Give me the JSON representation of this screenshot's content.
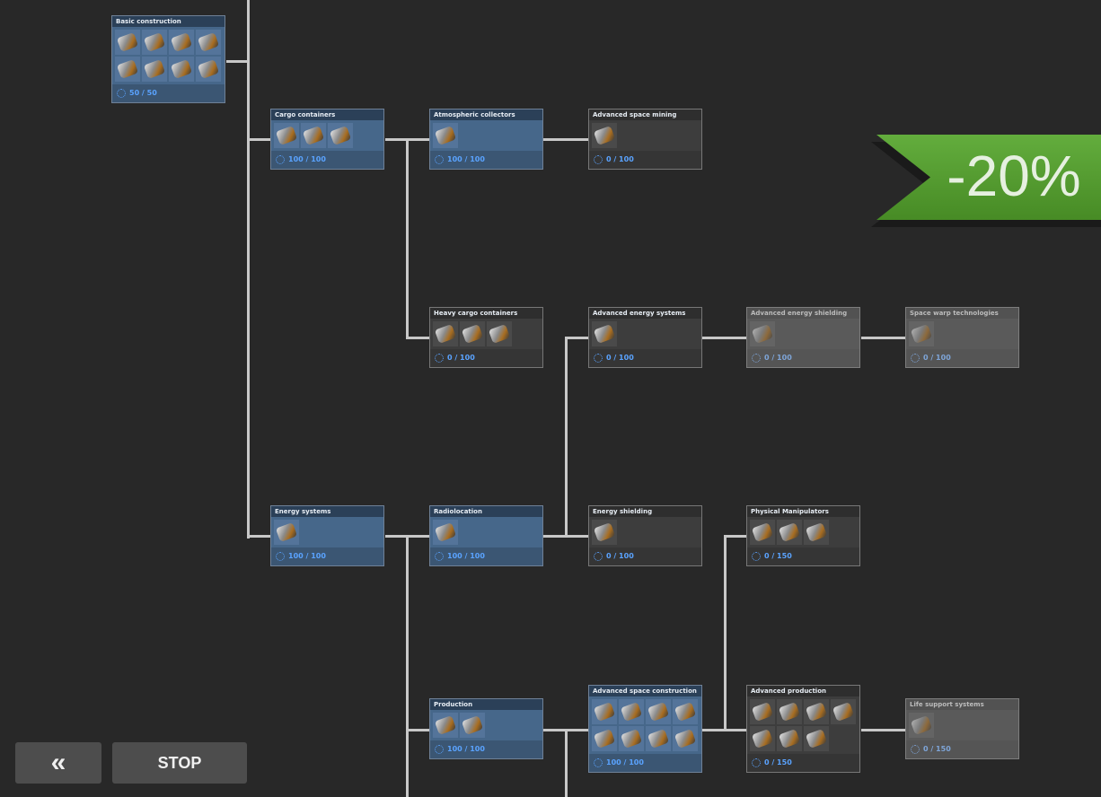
{
  "discount_banner": {
    "text": "-20%",
    "color": "#55a030"
  },
  "buttons": {
    "back_icon": "«",
    "stop_label": "STOP"
  },
  "nodes": [
    {
      "id": "basic-construction",
      "title": "Basic construction",
      "progress": "50 / 50",
      "state": "completed",
      "items": 8
    },
    {
      "id": "cargo-containers",
      "title": "Cargo containers",
      "progress": "100 / 100",
      "state": "completed",
      "items": 3
    },
    {
      "id": "atmospheric-collectors",
      "title": "Atmospheric collectors",
      "progress": "100 / 100",
      "state": "completed",
      "items": 1
    },
    {
      "id": "advanced-space-mining",
      "title": "Advanced space mining",
      "progress": "0 / 100",
      "state": "available",
      "items": 1
    },
    {
      "id": "heavy-cargo-containers",
      "title": "Heavy cargo containers",
      "progress": "0 / 100",
      "state": "available",
      "items": 3
    },
    {
      "id": "advanced-energy-systems",
      "title": "Advanced energy systems",
      "progress": "0 / 100",
      "state": "available",
      "items": 1
    },
    {
      "id": "advanced-energy-shielding",
      "title": "Advanced energy shielding",
      "progress": "0 / 100",
      "state": "locked",
      "items": 1
    },
    {
      "id": "space-warp-technologies",
      "title": "Space warp technologies",
      "progress": "0 / 100",
      "state": "locked",
      "items": 1
    },
    {
      "id": "energy-systems",
      "title": "Energy systems",
      "progress": "100 / 100",
      "state": "completed",
      "items": 1
    },
    {
      "id": "radiolocation",
      "title": "Radiolocation",
      "progress": "100 / 100",
      "state": "completed",
      "items": 1
    },
    {
      "id": "energy-shielding",
      "title": "Energy shielding",
      "progress": "0 / 100",
      "state": "available",
      "items": 1
    },
    {
      "id": "physical-manipulators",
      "title": "Physical Manipulators",
      "progress": "0 / 150",
      "state": "available",
      "items": 3
    },
    {
      "id": "production",
      "title": "Production",
      "progress": "100 / 100",
      "state": "completed",
      "items": 2
    },
    {
      "id": "advanced-space-construction",
      "title": "Advanced space construction",
      "progress": "100 / 100",
      "state": "completed",
      "items": 8
    },
    {
      "id": "advanced-production",
      "title": "Advanced production",
      "progress": "0 / 150",
      "state": "available",
      "items": 7
    },
    {
      "id": "life-support-systems",
      "title": "Life support systems",
      "progress": "0 / 150",
      "state": "locked",
      "items": 1
    }
  ]
}
